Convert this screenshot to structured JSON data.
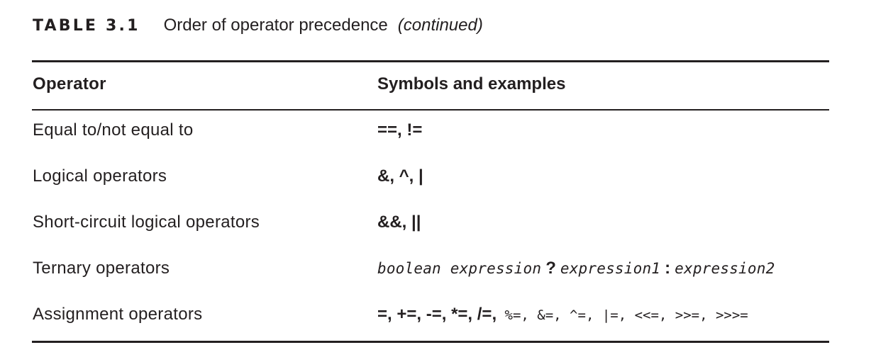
{
  "caption": {
    "label": "TABLE 3.1",
    "title": "Order of operator precedence",
    "continued": "(continued)"
  },
  "table": {
    "headers": {
      "operator": "Operator",
      "symbols": "Symbols and examples"
    },
    "rows": [
      {
        "operator": "Equal to/not equal to",
        "symbols": "==, !="
      },
      {
        "operator": "Logical operators",
        "symbols": "&, ^, |"
      },
      {
        "operator": "Short-circuit logical operators",
        "symbols": "&&, ||"
      },
      {
        "operator": "Ternary operators",
        "symbols": {
          "condition": "boolean expression",
          "question": "?",
          "expr1": "expression1",
          "colon": ":",
          "expr2": "expression2"
        }
      },
      {
        "operator": "Assignment operators",
        "symbols": {
          "bold_part": "=, +=, -=, *=, /=,",
          "light_part": " %=, &=, ^=, |=, <<=, >>=, >>>="
        }
      }
    ]
  }
}
